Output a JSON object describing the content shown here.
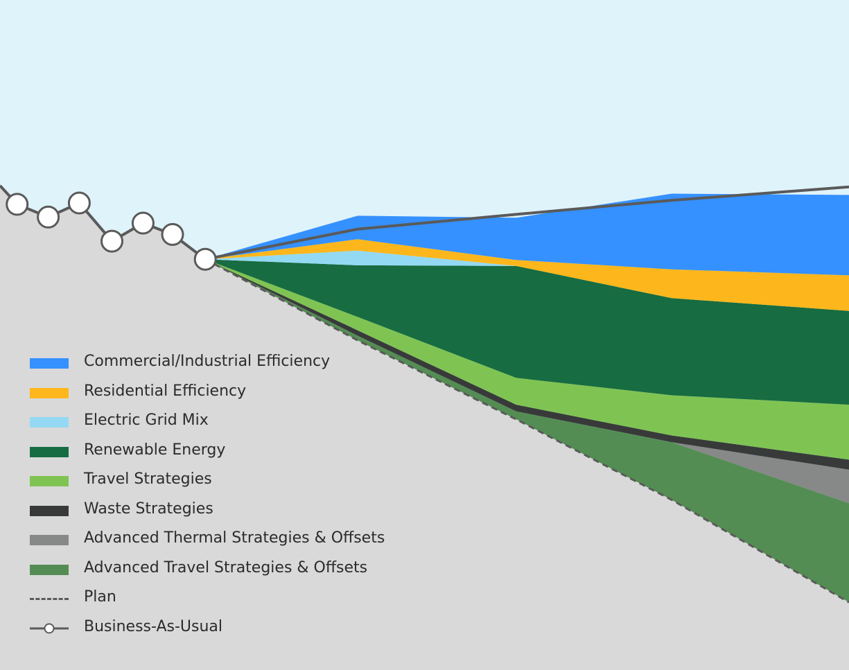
{
  "chart_data": {
    "type": "area",
    "title": "",
    "xlabel": "",
    "ylabel": "",
    "xlim": [
      0,
      27.3
    ],
    "ylim": [
      0,
      100
    ],
    "grid": false,
    "legend_position": "bottom-left",
    "x": [
      6.6,
      11.5,
      16.6,
      21.6,
      27.3
    ],
    "series": [
      {
        "name": "Commercial/Industrial Efficiency",
        "color": "#3591ff",
        "values": [
          0,
          3.5,
          6.3,
          11.3,
          12.0
        ]
      },
      {
        "name": "Residential Efficiency",
        "color": "#fdb71c",
        "values": [
          0,
          1.7,
          0.9,
          4.3,
          5.3
        ]
      },
      {
        "name": "Electric Grid Mix",
        "color": "#94d9f3",
        "values": [
          0,
          2.2,
          0,
          0,
          0
        ]
      },
      {
        "name": "Renewable Energy",
        "color": "#176c41",
        "values": [
          0,
          7.7,
          16.7,
          14.5,
          14.0
        ]
      },
      {
        "name": "Travel Strategies",
        "color": "#7fc453",
        "values": [
          0,
          2.0,
          4.0,
          6.0,
          8.2
        ]
      },
      {
        "name": "Waste Strategies",
        "color": "#383a3a",
        "values": [
          0,
          0.8,
          1.0,
          1.0,
          1.5
        ]
      },
      {
        "name": "Advanced Thermal Strategies & Offsets",
        "color": "#878888",
        "values": [
          0,
          0,
          0,
          0,
          5.0
        ]
      },
      {
        "name": "Advanced Travel Strategies & Offsets",
        "color": "#548d53",
        "values": [
          0,
          0.7,
          1.2,
          8.6,
          14.8
        ]
      }
    ],
    "business_as_usual": {
      "name": "Business-As-Usual",
      "color": "#5a5a5a",
      "x": [
        0,
        0.55,
        1.55,
        2.55,
        3.6,
        4.6,
        5.55,
        6.6,
        11.5,
        16.6,
        21.6,
        27.3
      ],
      "values": [
        72.3,
        69.5,
        67.6,
        69.7,
        64.0,
        66.7,
        65.0,
        61.3,
        65.8,
        68.0,
        70.1,
        72.1
      ],
      "marker_x": [
        0.55,
        1.55,
        2.55,
        3.6,
        4.6,
        5.55,
        6.6
      ]
    },
    "plan": {
      "name": "Plan",
      "color": "#5a5a5a",
      "x": [
        6.6,
        11.5,
        16.6,
        21.6,
        27.3
      ],
      "values": [
        61.3,
        49.2,
        37.4,
        25.4,
        10.1
      ]
    }
  },
  "legend": {
    "items": [
      {
        "label": "Commercial/Industrial Efficiency",
        "kind": "swatch",
        "color": "#3591ff"
      },
      {
        "label": "Residential Efficiency",
        "kind": "swatch",
        "color": "#fdb71c"
      },
      {
        "label": "Electric Grid Mix",
        "kind": "swatch",
        "color": "#94d9f3"
      },
      {
        "label": "Renewable Energy",
        "kind": "swatch",
        "color": "#176c41"
      },
      {
        "label": "Travel Strategies",
        "kind": "swatch",
        "color": "#7fc453"
      },
      {
        "label": "Waste Strategies",
        "kind": "swatch",
        "color": "#383a3a"
      },
      {
        "label": "Advanced Thermal Strategies & Offsets",
        "kind": "swatch",
        "color": "#878888"
      },
      {
        "label": "Advanced Travel Strategies & Offsets",
        "kind": "swatch",
        "color": "#548d53"
      },
      {
        "label": "Plan",
        "kind": "dash",
        "color": "#5a5a5a"
      },
      {
        "label": "Business-As-Usual",
        "kind": "bau",
        "color": "#5a5a5a"
      }
    ]
  },
  "colors": {
    "sky": "#dff3fa",
    "ground": "#d9d9d9"
  }
}
